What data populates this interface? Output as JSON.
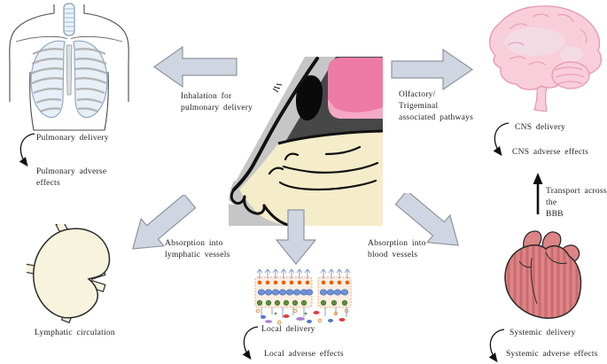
{
  "diagram": {
    "subject": "nasal-drug-delivery-pathways",
    "pulmonary": {
      "arrow_label": "Inhalation for\npulmonary delivery",
      "delivery": "Pulmonary delivery",
      "adverse": "Pulmonary adverse\neffects"
    },
    "cns": {
      "arrow_label": "Olfactory/\nTrigeminal\nassociated pathways",
      "delivery": "CNS delivery",
      "adverse": "CNS adverse effects",
      "transport": "Transport across the\nBBB"
    },
    "lymphatic": {
      "arrow_label": "Absorption into\nlymphatic vessels",
      "circulation": "Lymphatic circulation"
    },
    "local": {
      "delivery": "Local delivery",
      "adverse": "Local adverse effects"
    },
    "systemic": {
      "arrow_label": "Absorption into\nblood vessels",
      "delivery": "Systemic delivery",
      "adverse": "Systemic adverse effects"
    },
    "colors": {
      "block_arrow_fill": "#cfd6e2",
      "block_arrow_border": "#8f949d",
      "brain_pink": "#f9cedb",
      "nose_pink": "#ee7aa6",
      "nasal_cavity_cream": "#f5edca",
      "skin_gray": "#c6c6c6",
      "heart_red": "#dd8486",
      "kidney_cream": "#f8f3dd",
      "lung_blue": "#e9eff6"
    }
  }
}
